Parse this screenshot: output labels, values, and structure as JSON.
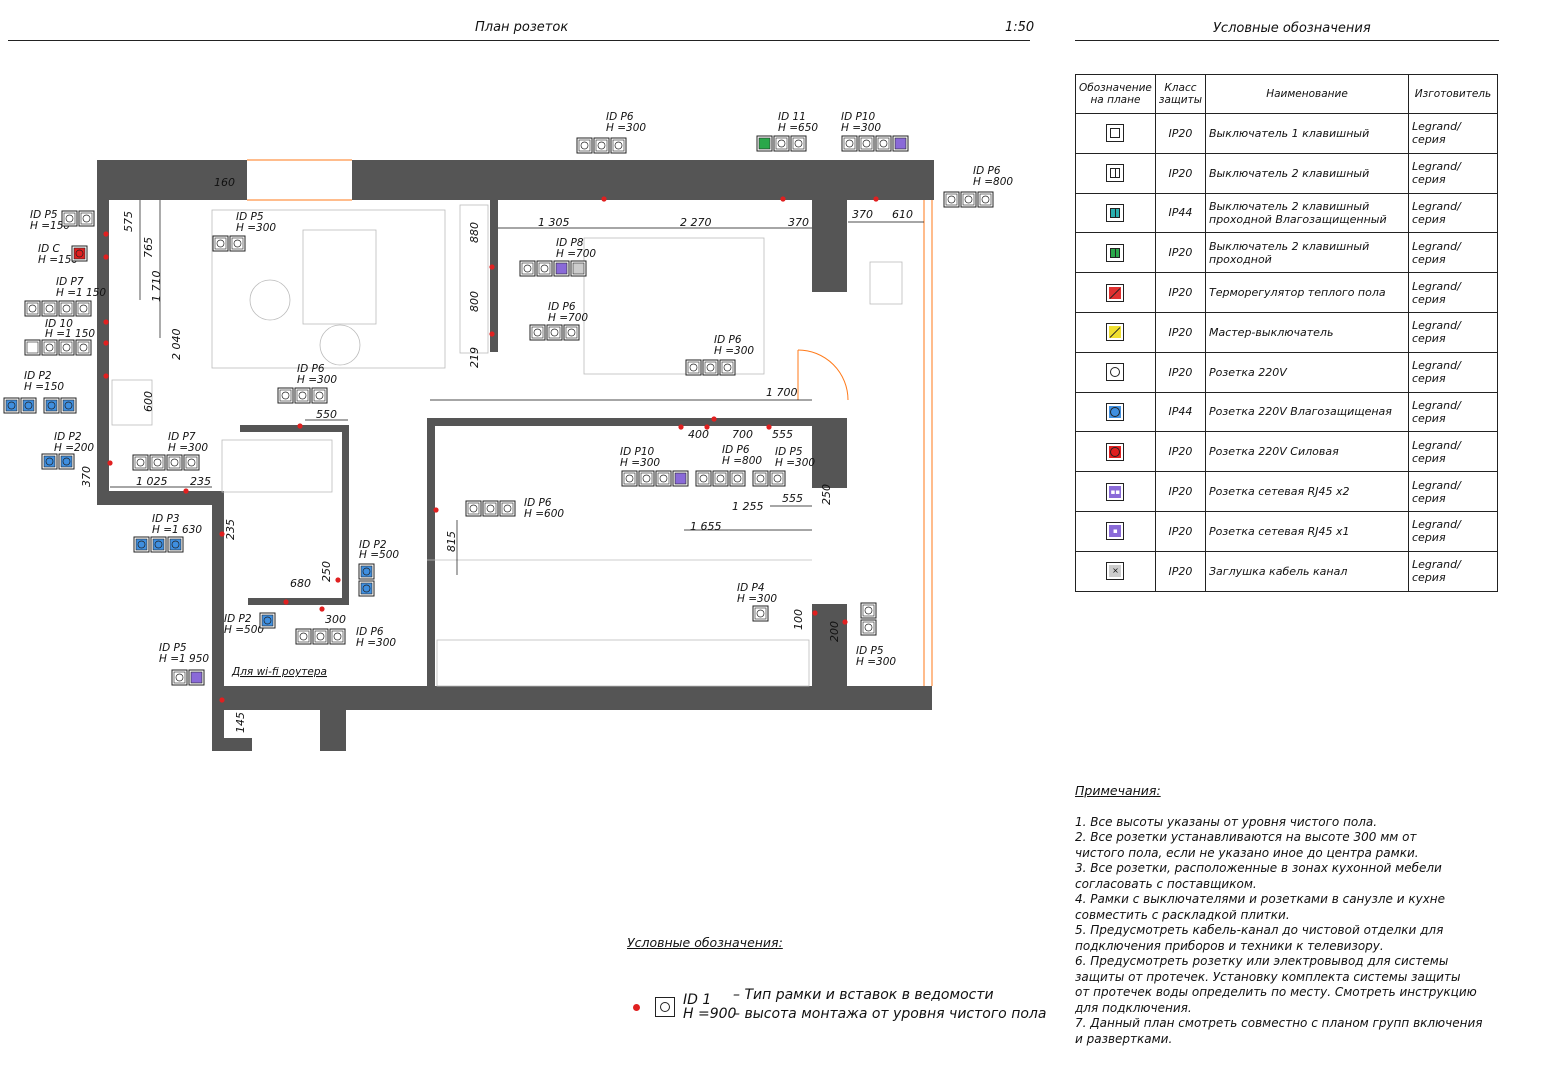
{
  "plan": {
    "title": "План розеток",
    "scale": "1:50",
    "wifi_label": "Для wi-fi роутера",
    "tags": [
      {
        "id": "ID P6",
        "h": "H =300"
      },
      {
        "id": "ID 11",
        "h": "H =650"
      },
      {
        "id": "ID P10",
        "h": "H =300"
      },
      {
        "id": "ID P6",
        "h": "H =800"
      },
      {
        "id": "ID P5",
        "h": "H =150"
      },
      {
        "id": "ID C",
        "h": "H =150"
      },
      {
        "id": "ID P7",
        "h": "H =1 150"
      },
      {
        "id": "ID 10",
        "h": "H =1 150"
      },
      {
        "id": "ID P2",
        "h": "H =150"
      },
      {
        "id": "ID P5",
        "h": "H =300"
      },
      {
        "id": "ID P8",
        "h": "H =700"
      },
      {
        "id": "ID P6",
        "h": "H =700"
      },
      {
        "id": "ID P6",
        "h": "H =300"
      },
      {
        "id": "ID P6",
        "h": "H =300"
      },
      {
        "id": "ID P2",
        "h": "H =200"
      },
      {
        "id": "ID P7",
        "h": "H =300"
      },
      {
        "id": "ID P10",
        "h": "H =300"
      },
      {
        "id": "ID P6",
        "h": "H =800"
      },
      {
        "id": "ID P5",
        "h": "H =300"
      },
      {
        "id": "ID P6",
        "h": "H =600"
      },
      {
        "id": "ID P3",
        "h": "H =1 630"
      },
      {
        "id": "ID P2",
        "h": "H =500"
      },
      {
        "id": "ID P2",
        "h": "H =500"
      },
      {
        "id": "ID P6",
        "h": "H =300"
      },
      {
        "id": "ID P4",
        "h": "H =300"
      },
      {
        "id": "ID P5",
        "h": "H =300"
      },
      {
        "id": "ID P5",
        "h": "H =1 950"
      }
    ],
    "dims": [
      "160",
      "575",
      "765",
      "1 710",
      "2 040",
      "600",
      "1 305",
      "2 270",
      "370",
      "370",
      "610",
      "880",
      "800",
      "219",
      "550",
      "1 025",
      "235",
      "370",
      "400",
      "700",
      "555",
      "1 700",
      "1 255",
      "555",
      "1 655",
      "250",
      "815",
      "235",
      "250",
      "680",
      "300",
      "100",
      "200",
      "145"
    ]
  },
  "legend": {
    "title": "Условные обозначения",
    "headers": [
      "Обозначение на плане",
      "Класс защиты",
      "Наименование",
      "Изготовитель"
    ],
    "rows": [
      {
        "symbol": "switch-1",
        "ip": "IP20",
        "name": "Выключатель 1 клавишный",
        "maker": "Legrand/серия"
      },
      {
        "symbol": "switch-2",
        "ip": "IP20",
        "name": "Выключатель 2 клавишный",
        "maker": "Legrand/серия"
      },
      {
        "symbol": "switch-2-pass-wet",
        "ip": "IP44",
        "name": "Выключатель 2 клавишный проходной Влагозащищенный",
        "maker": "Legrand/серия"
      },
      {
        "symbol": "switch-2-pass",
        "ip": "IP20",
        "name": "Выключатель 2 клавишный проходной",
        "maker": "Legrand/серия"
      },
      {
        "symbol": "thermostat",
        "ip": "IP20",
        "name": "Терморегулятор теплого пола",
        "maker": "Legrand/серия"
      },
      {
        "symbol": "master-switch",
        "ip": "IP20",
        "name": "Мастер-выключатель",
        "maker": "Legrand/серия"
      },
      {
        "symbol": "socket",
        "ip": "IP20",
        "name": "Розетка 220V",
        "maker": "Legrand/серия"
      },
      {
        "symbol": "socket-wet",
        "ip": "IP44",
        "name": "Розетка 220V  Влагозащищеная",
        "maker": "Legrand/серия"
      },
      {
        "symbol": "socket-power",
        "ip": "IP20",
        "name": "Розетка 220V  Силовая",
        "maker": "Legrand/серия"
      },
      {
        "symbol": "rj45-x2",
        "ip": "IP20",
        "name": "Розетка сетевая RJ45 x2",
        "maker": "Legrand/серия"
      },
      {
        "symbol": "rj45-x1",
        "ip": "IP20",
        "name": "Розетка сетевая RJ45 x1",
        "maker": "Legrand/серия"
      },
      {
        "symbol": "cable-plug",
        "ip": "IP20",
        "name": "Заглушка кабель канал",
        "maker": "Legrand/серия"
      }
    ]
  },
  "notes": {
    "title": "Примечания:",
    "lines": [
      "1. Все высоты указаны от уровня чистого пола.",
      "2. Все розетки устанавливаются на высоте 300 мм от",
      "чистого пола, если не указано иное до центра рамки.",
      "3. Все розетки, расположенные в зонах кухонной мебели",
      "согласовать с поставщиком.",
      "4. Рамки с выключателями и розетками в санузле и кухне",
      "совместить с раскладкой плитки.",
      "5. Предусмотреть кабель-канал до чистовой отделки для",
      "подключения приборов и техники к телевизору.",
      "6. Предусмотреть розетку или электровывод для системы",
      "защиты от протечек. Установку комплекта системы защиты",
      "от протечек воды определить по месту. Смотреть инструкцию",
      "для подключения.",
      "7. Данный план смотреть совместно с планом групп включения",
      "и развертками."
    ]
  },
  "key": {
    "title": "Условные обозначения:",
    "id": "ID 1",
    "h": "H =900",
    "desc1": "– Тип рамки и вставок в ведомости",
    "desc2": "– высота монтажа от уровня чистого пола"
  },
  "colors": {
    "wall": "#555555",
    "socket_wet": "#3f8fe0",
    "socket_power": "#e02020",
    "rj45": "#8a6ad8",
    "switch_green": "#2aa84a",
    "switch_teal": "#2ab0b0",
    "thermo_red": "#e03030",
    "master_yellow": "#f0e030",
    "door": "#ff7a1a"
  }
}
